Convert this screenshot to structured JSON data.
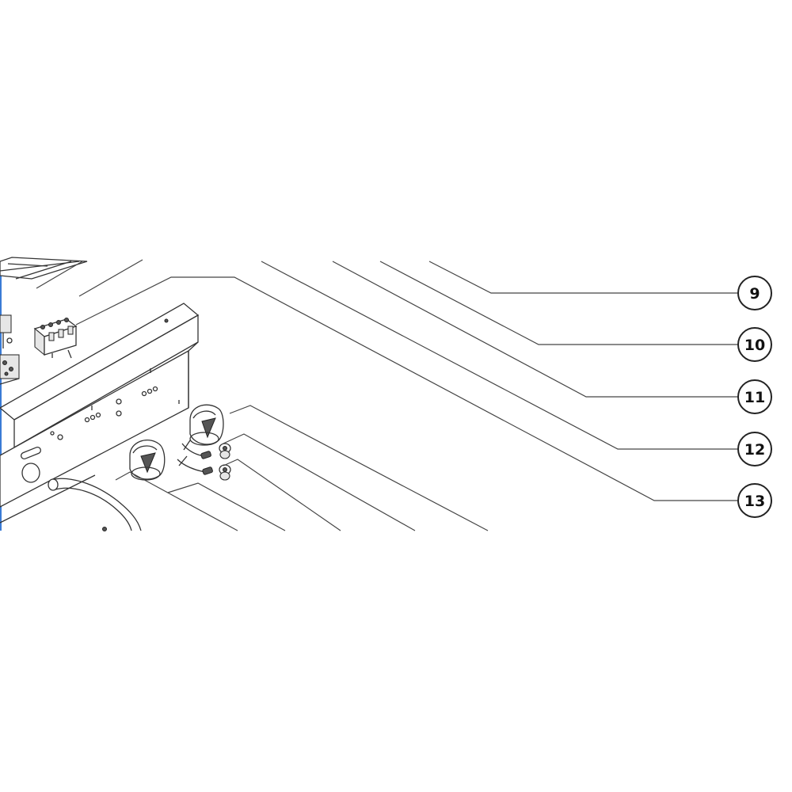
{
  "callouts": [
    {
      "id": "9",
      "label": "9"
    },
    {
      "id": "10",
      "label": "10"
    },
    {
      "id": "11",
      "label": "11"
    },
    {
      "id": "12",
      "label": "12"
    },
    {
      "id": "13",
      "label": "13"
    }
  ],
  "colors": {
    "line": "#333333",
    "background": "#ffffff",
    "left-edge-accent": "#3a7bd5"
  },
  "parts": [
    "control-panel",
    "selector-switch",
    "control-knob",
    "control-knob",
    "pilot-lamp",
    "pilot-lamp",
    "wire-harness",
    "burner-tube"
  ]
}
